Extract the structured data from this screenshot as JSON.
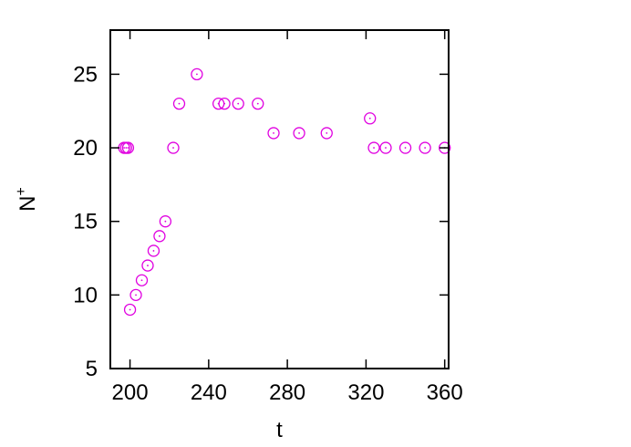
{
  "chart_data": {
    "type": "scatter",
    "xlabel": "t",
    "ylabel": "N",
    "ylabel_sup": "+",
    "xlim": [
      190,
      362
    ],
    "ylim": [
      5,
      28
    ],
    "xticks": [
      200,
      240,
      280,
      320,
      360
    ],
    "yticks": [
      5,
      10,
      15,
      20,
      25
    ],
    "grid": false,
    "marker": "open-circle",
    "marker_color": "#e000e0",
    "series": [
      {
        "points": [
          [
            197,
            20
          ],
          [
            198,
            20
          ],
          [
            199,
            20
          ],
          [
            200,
            9
          ],
          [
            203,
            10
          ],
          [
            206,
            11
          ],
          [
            209,
            12
          ],
          [
            212,
            13
          ],
          [
            215,
            14
          ],
          [
            218,
            15
          ],
          [
            222,
            20
          ],
          [
            225,
            23
          ],
          [
            234,
            25
          ],
          [
            245,
            23
          ],
          [
            248,
            23
          ],
          [
            255,
            23
          ],
          [
            265,
            23
          ],
          [
            273,
            21
          ],
          [
            286,
            21
          ],
          [
            300,
            21
          ],
          [
            322,
            22
          ],
          [
            324,
            20
          ],
          [
            330,
            20
          ],
          [
            340,
            20
          ],
          [
            350,
            20
          ],
          [
            360,
            20
          ]
        ]
      }
    ]
  }
}
